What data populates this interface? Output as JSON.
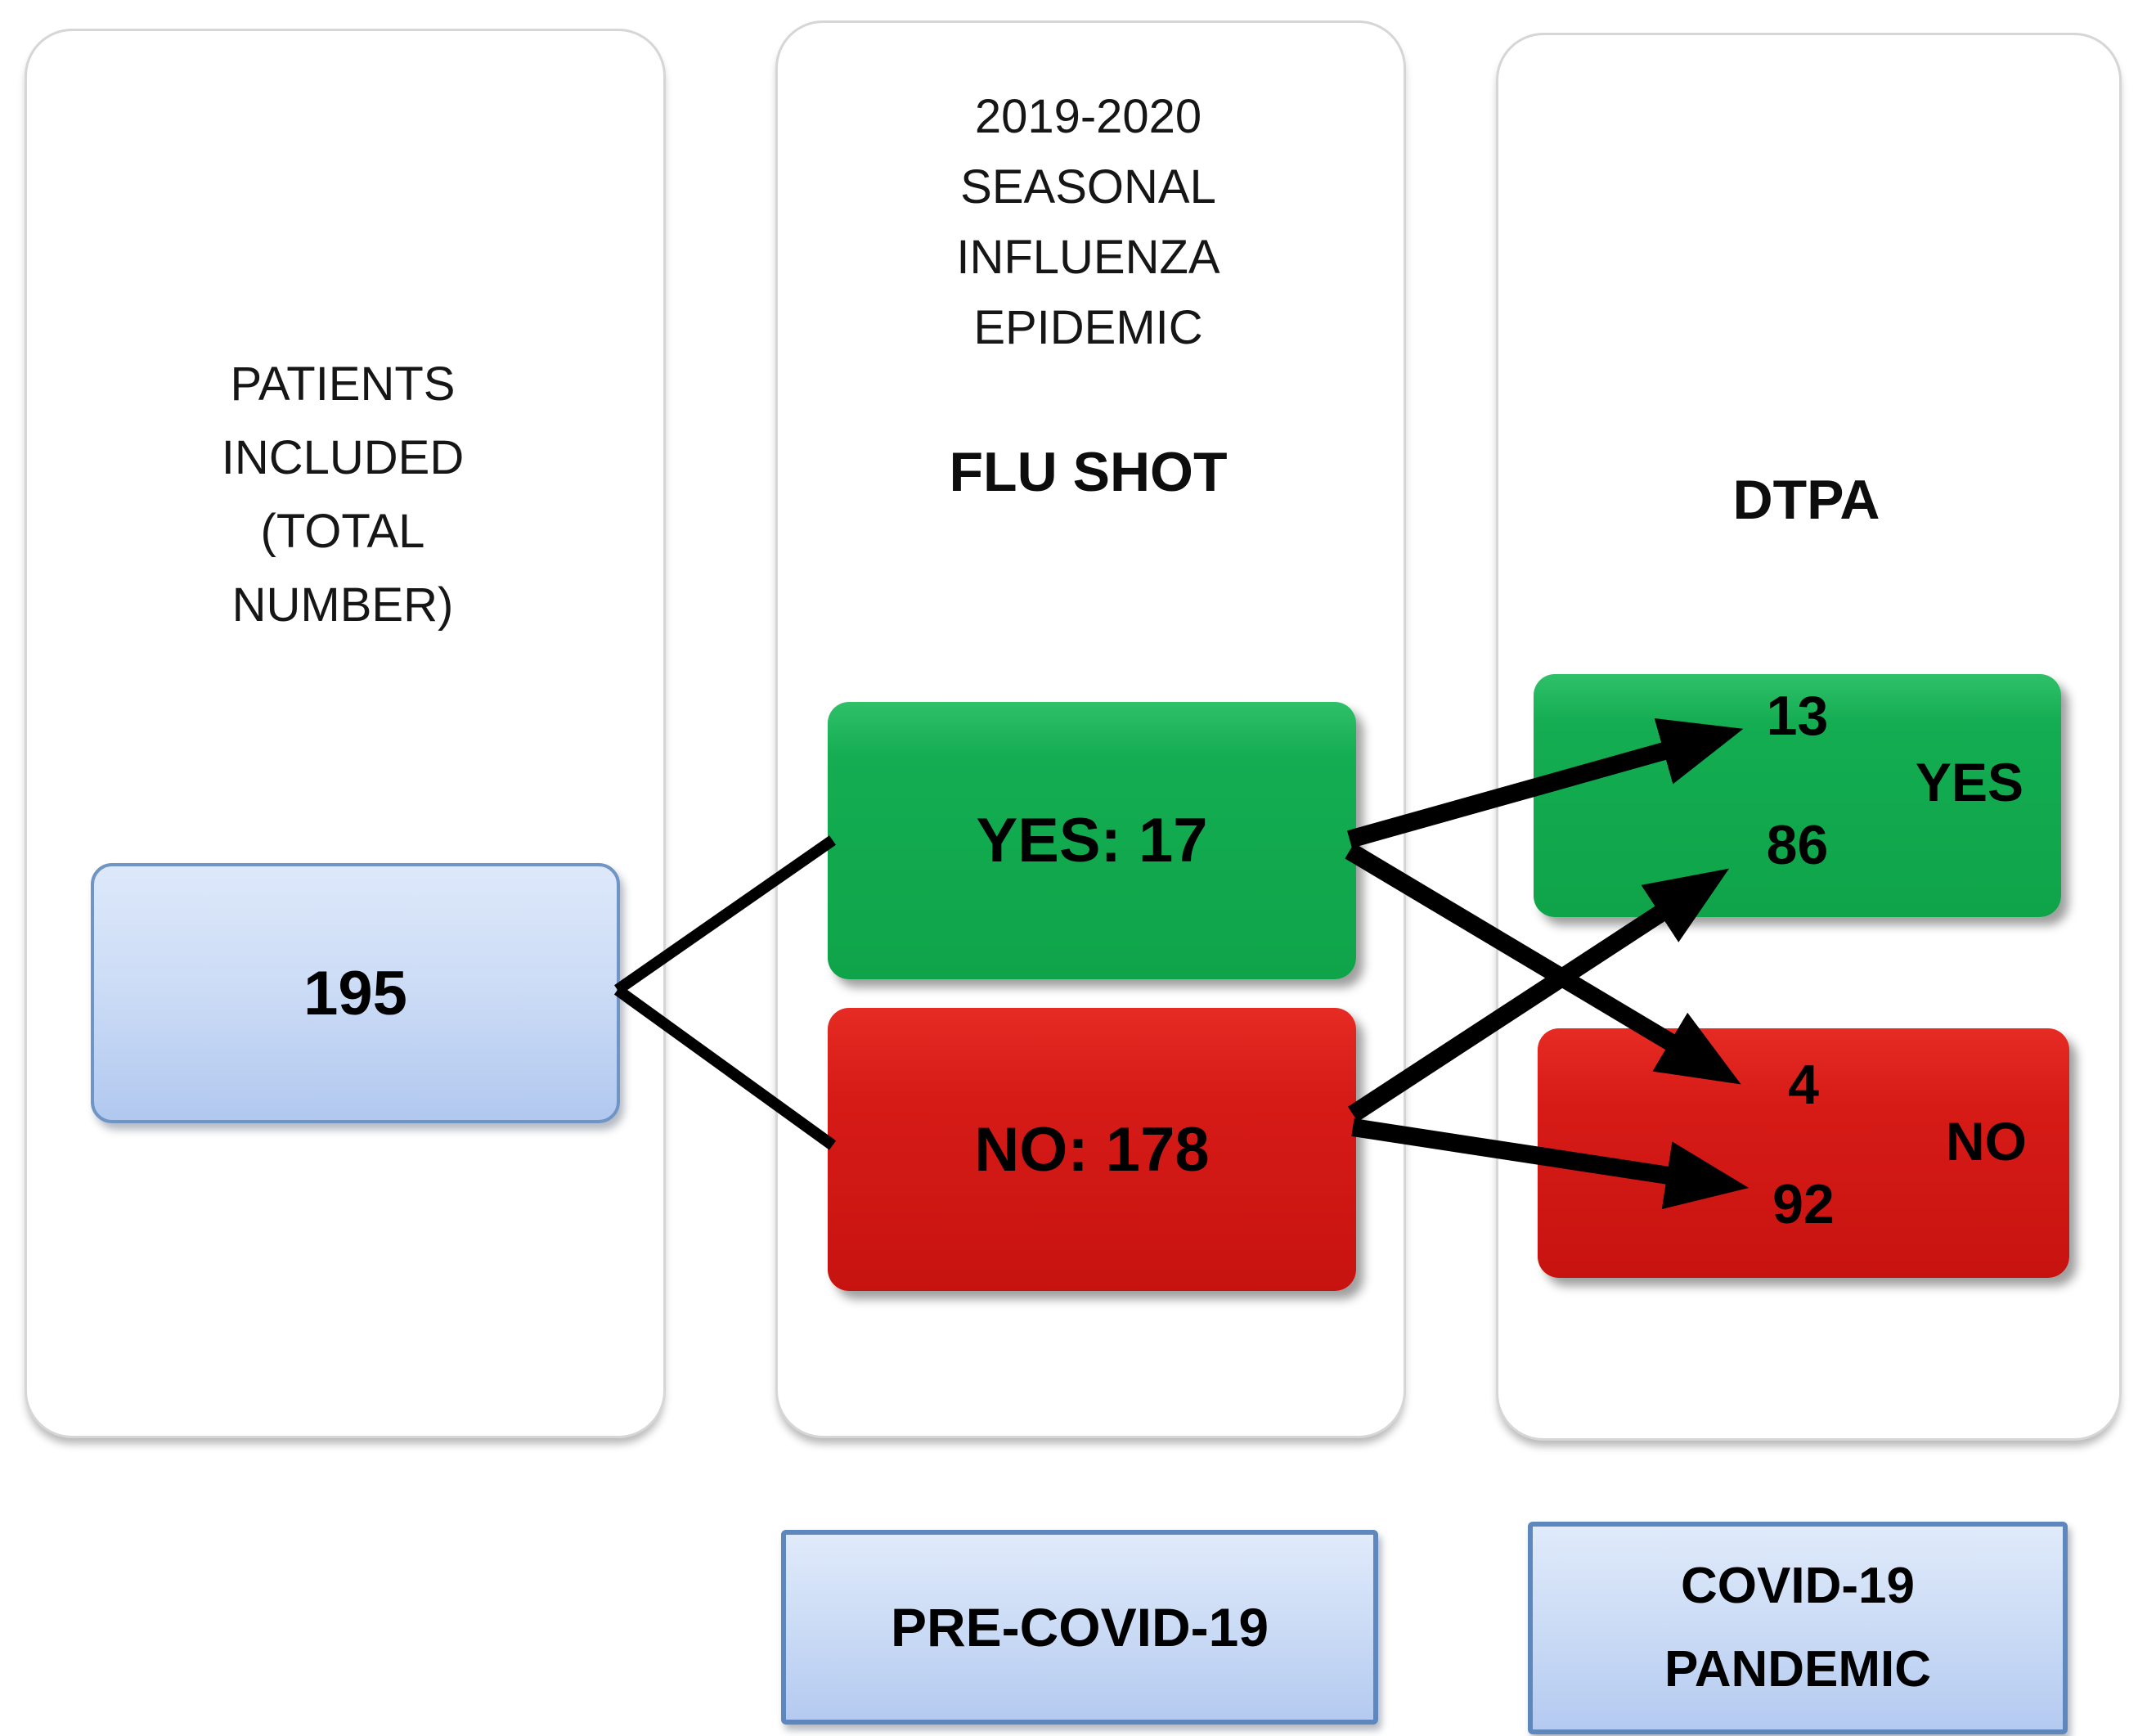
{
  "diagram": {
    "patients": {
      "heading": [
        "PATIENTS",
        "INCLUDED",
        "(TOTAL",
        "NUMBER)"
      ],
      "total": "195"
    },
    "flu_shot": {
      "heading": [
        "2019-2020",
        "SEASONAL",
        "INFLUENZA",
        "EPIDEMIC"
      ],
      "title": "FLU SHOT",
      "yes": "YES: 17",
      "no": "NO: 178"
    },
    "dtpa": {
      "title": "DTPA",
      "yes_top": "13",
      "yes_bottom": "86",
      "yes_label": "YES",
      "no_top": "4",
      "no_bottom": "92",
      "no_label": "NO"
    },
    "footers": {
      "pre_covid": "PRE-COVID-19",
      "pandemic": [
        "COVID-19",
        "PANDEMIC"
      ]
    },
    "flows": [
      {
        "from": "FLU SHOT YES: 17",
        "to": "DTPA YES",
        "value": "13"
      },
      {
        "from": "FLU SHOT YES: 17",
        "to": "DTPA NO",
        "value": "4"
      },
      {
        "from": "FLU SHOT NO: 178",
        "to": "DTPA YES",
        "value": "86"
      },
      {
        "from": "FLU SHOT NO: 178",
        "to": "DTPA NO",
        "value": "92"
      }
    ],
    "colors": {
      "green": "#12ab50",
      "red": "#d71b17",
      "blue_fill_top": "#dde8fa",
      "blue_fill_bottom": "#b1c8ef",
      "blue_border": "#6f94c6",
      "panel_border": "#d6d6d6",
      "arrow": "#000000",
      "text": "#000000"
    }
  }
}
